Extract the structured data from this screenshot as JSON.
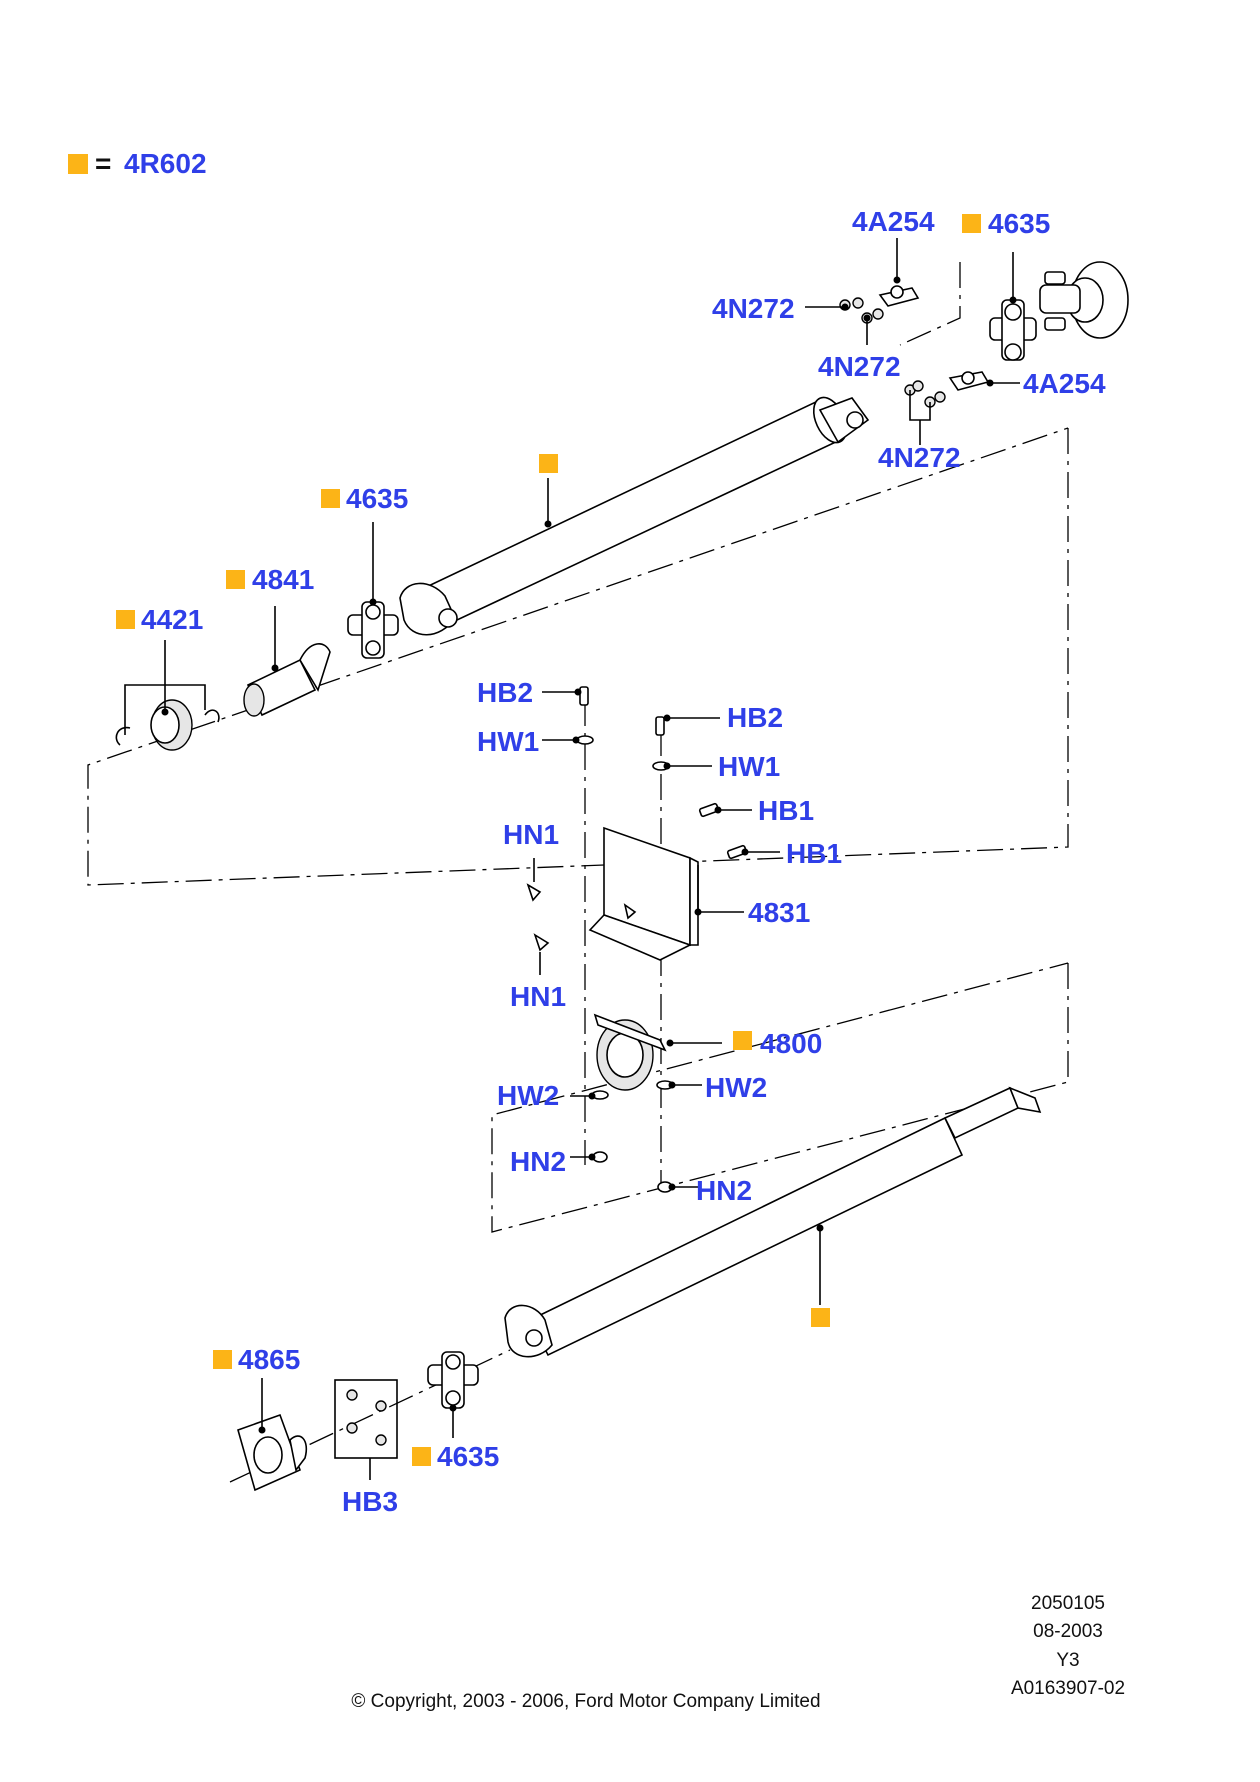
{
  "legend": {
    "symbol_color": "#fcb417",
    "equals": "=",
    "code": "4R602"
  },
  "label_color": "#2f3fe8",
  "callouts": {
    "4A254_top": "4A254",
    "4635_top": "4635",
    "4N272_left": "4N272",
    "4N272_mid": "4N272",
    "4A254_right": "4A254",
    "4N272_low": "4N272",
    "4635_mid": "4635",
    "4841": "4841",
    "4421": "4421",
    "HB2_left": "HB2",
    "HB2_right": "HB2",
    "HW1_left": "HW1",
    "HW1_right": "HW1",
    "HB1_top": "HB1",
    "HB1_bot": "HB1",
    "HN1_top": "HN1",
    "HN1_bot": "HN1",
    "4831": "4831",
    "4800": "4800",
    "HW2_left": "HW2",
    "HW2_right": "HW2",
    "HN2_left": "HN2",
    "HN2_right": "HN2",
    "4865": "4865",
    "4635_bot": "4635",
    "HB3": "HB3"
  },
  "footer": {
    "code1": "2050105",
    "date": "08-2003",
    "series": "Y3",
    "ref": "A0163907-02",
    "copyright": "© Copyright, 2003 - 2006, Ford Motor Company Limited"
  }
}
